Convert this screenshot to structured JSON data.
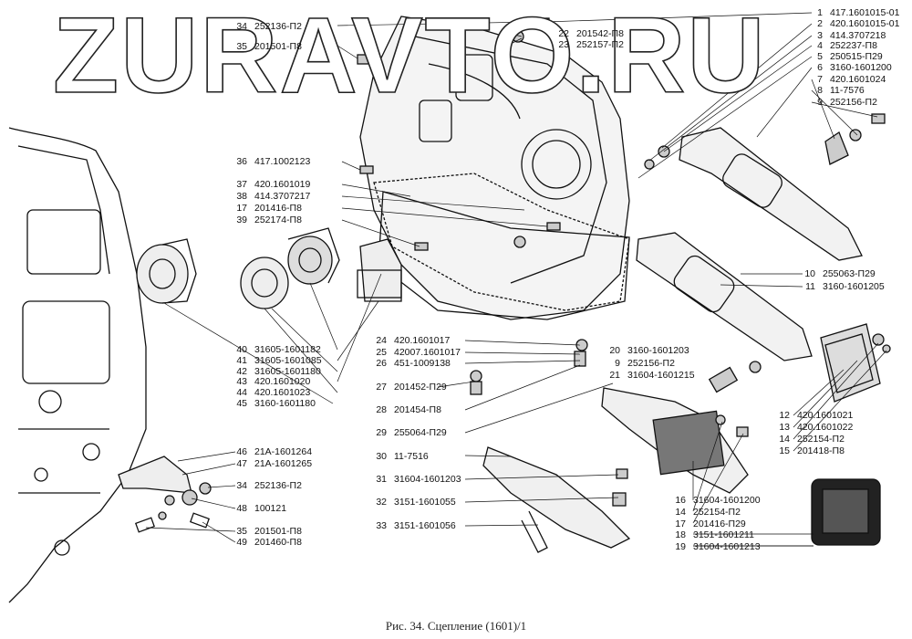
{
  "watermark": "ZURAVTO.RU",
  "caption": "Рис. 34. Сцепление (1601)/1",
  "callouts": [
    {
      "num": "1",
      "code": "417.1601015-01"
    },
    {
      "num": "2",
      "code": "420.1601015-01"
    },
    {
      "num": "3",
      "code": "414.3707218"
    },
    {
      "num": "4",
      "code": "252237-П8"
    },
    {
      "num": "5",
      "code": "250515-П29"
    },
    {
      "num": "6",
      "code": "3160-1601200"
    },
    {
      "num": "7",
      "code": "420.1601024"
    },
    {
      "num": "8",
      "code": "11-7576"
    },
    {
      "num": "9",
      "code": "252156-П2"
    },
    {
      "num": "10",
      "code": "255063-П29"
    },
    {
      "num": "11",
      "code": "3160-1601205"
    },
    {
      "num": "12",
      "code": "420.1601021"
    },
    {
      "num": "13",
      "code": "420.1601022"
    },
    {
      "num": "14",
      "code": "252154-П2"
    },
    {
      "num": "15",
      "code": "201418-П8"
    },
    {
      "num": "16",
      "code": "31604-1601200"
    },
    {
      "num": "14",
      "code": "252154-П2"
    },
    {
      "num": "17",
      "code": "201416-П29"
    },
    {
      "num": "18",
      "code": "3151-1601211"
    },
    {
      "num": "19",
      "code": "31604-1601213"
    },
    {
      "num": "20",
      "code": "3160-1601203"
    },
    {
      "num": "9",
      "code": "252156-П2"
    },
    {
      "num": "21",
      "code": "31604-1601215"
    },
    {
      "num": "22",
      "code": "201542-П8"
    },
    {
      "num": "23",
      "code": "252157-П2"
    },
    {
      "num": "24",
      "code": "420.1601017"
    },
    {
      "num": "25",
      "code": "42007.1601017"
    },
    {
      "num": "26",
      "code": "451-1009138"
    },
    {
      "num": "27",
      "code": "201452-П29"
    },
    {
      "num": "28",
      "code": "201454-П8"
    },
    {
      "num": "29",
      "code": "255064-П29"
    },
    {
      "num": "30",
      "code": "11-7516"
    },
    {
      "num": "31",
      "code": "31604-1601203"
    },
    {
      "num": "32",
      "code": "3151-1601055"
    },
    {
      "num": "33",
      "code": "3151-1601056"
    },
    {
      "num": "34",
      "code": "252136-П2"
    },
    {
      "num": "35",
      "code": "201501-П8"
    },
    {
      "num": "36",
      "code": "417.1002123"
    },
    {
      "num": "37",
      "code": "420.1601019"
    },
    {
      "num": "38",
      "code": "414.3707217"
    },
    {
      "num": "17",
      "code": "201416-П8"
    },
    {
      "num": "39",
      "code": "252174-П8"
    },
    {
      "num": "40",
      "code": "31605-1601182"
    },
    {
      "num": "41",
      "code": "31605-1601085"
    },
    {
      "num": "42",
      "code": "31605-1601180"
    },
    {
      "num": "43",
      "code": "420.1601020"
    },
    {
      "num": "44",
      "code": "420.1601023"
    },
    {
      "num": "45",
      "code": "3160-1601180"
    },
    {
      "num": "46",
      "code": "21A-1601264"
    },
    {
      "num": "47",
      "code": "21A-1601265"
    },
    {
      "num": "34",
      "code": "252136-П2"
    },
    {
      "num": "48",
      "code": "100121"
    },
    {
      "num": "35",
      "code": "201501-П8"
    },
    {
      "num": "49",
      "code": "201460-П8"
    }
  ]
}
